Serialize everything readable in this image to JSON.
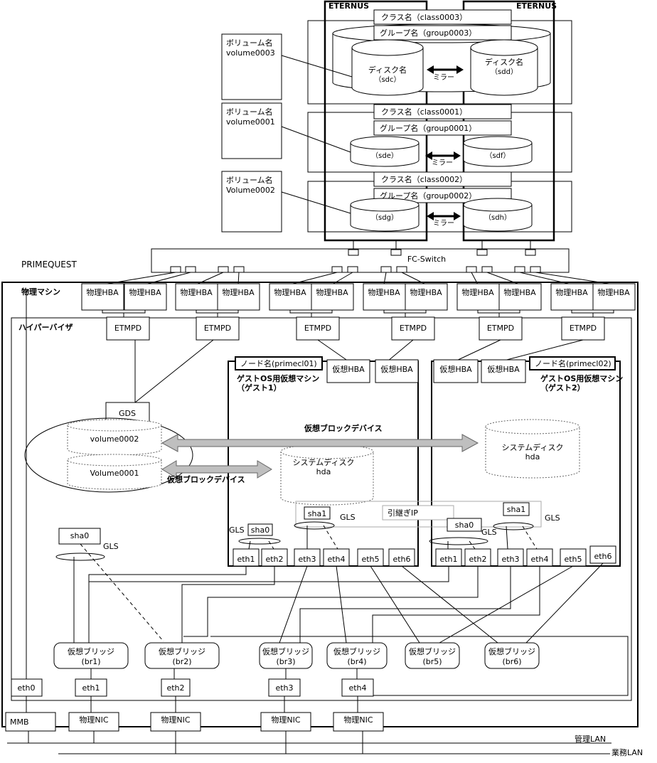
{
  "eternus": [
    "ETERNUS",
    "ETERNUS"
  ],
  "classes": [
    "クラス名（class0003）",
    "クラス名（class0001）",
    "クラス名（class0002）"
  ],
  "groups": [
    "グループ名（group0003）",
    "グループ名（group0001）",
    "グループ名（group0002）"
  ],
  "volumes": [
    [
      "ボリューム名",
      "volume0003"
    ],
    [
      "ボリューム名",
      "volume0001"
    ],
    [
      "ボリューム名",
      "Volume0002"
    ]
  ],
  "disks": {
    "sdc": [
      "ディスク名",
      "（sdc）"
    ],
    "sdd": [
      "ディスク名",
      "（sdd）"
    ],
    "sde": "（sde）",
    "sdf": "（sdf）",
    "sdg": "（sdg）",
    "sdh": "（sdh）"
  },
  "mirror": "ミラー",
  "fc_switch": "FC-Switch",
  "primequest": "PRIMEQUEST",
  "physical_machine": "物理マシン",
  "hypervisor": "ハイパーバイザ",
  "hba": "物理HBA",
  "etmpd": "ETMPD",
  "vhba": "仮想HBA",
  "node1": "ノード名(primecl01)",
  "node2": "ノード名(primecl02)",
  "guest1": [
    "ゲストOS用仮想マシン",
    "（ゲスト1）"
  ],
  "guest2": [
    "ゲストOS用仮想マシン",
    "（ゲスト2）"
  ],
  "vblock": "仮想ブロックデバイス",
  "gds": "GDS",
  "host_vols": [
    "volume0002",
    "Volume0001"
  ],
  "sysdisk": [
    "システムディスク",
    "hda"
  ],
  "gls": "GLS",
  "takeover_ip": "引継ぎIP",
  "sha0": "sha0",
  "sha1": "sha1",
  "eths": [
    "eth1",
    "eth2",
    "eth3",
    "eth4",
    "eth5",
    "eth6"
  ],
  "bridges": [
    [
      "仮想ブリッジ",
      "(br1)"
    ],
    [
      "仮想ブリッジ",
      "(br2)"
    ],
    [
      "仮想ブリッジ",
      "(br3)"
    ],
    [
      "仮想ブリッジ",
      "(br4)"
    ],
    [
      "仮想ブリッジ",
      "(br5)"
    ],
    [
      "仮想ブリッジ",
      "(br6)"
    ]
  ],
  "host_eths": [
    "eth0",
    "eth1",
    "eth2",
    "eth3",
    "eth4"
  ],
  "mmb": "MMB",
  "nic": "物理NIC",
  "admin_lan": "管理LAN",
  "business_lan": "業務LAN"
}
